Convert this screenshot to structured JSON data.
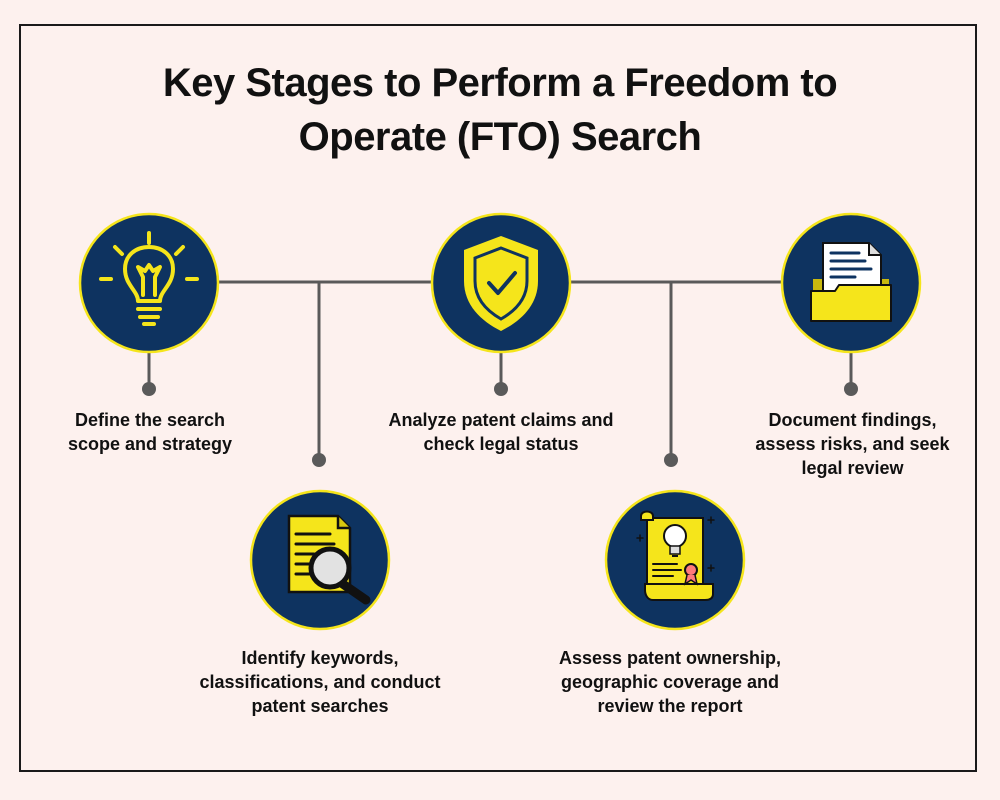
{
  "title": {
    "line1": "Key Stages to Perform a Freedom to",
    "line2": "Operate (FTO) Search"
  },
  "colors": {
    "background": "#fdf1ee",
    "circle_fill": "#0e3360",
    "circle_ring": "#f5e51b",
    "icon_yellow": "#f5e51b",
    "connector": "#5a5a5a"
  },
  "stages": [
    {
      "icon": "lightbulb-icon",
      "lines": [
        "Define the search",
        "scope and strategy"
      ]
    },
    {
      "icon": "document-search-icon",
      "lines": [
        "Identify keywords,",
        "classifications, and conduct",
        "patent searches"
      ]
    },
    {
      "icon": "shield-check-icon",
      "lines": [
        "Analyze patent claims and",
        "check legal status"
      ]
    },
    {
      "icon": "patent-scroll-icon",
      "lines": [
        "Assess patent ownership,",
        "geographic coverage and",
        "review the report"
      ]
    },
    {
      "icon": "folder-documents-icon",
      "lines": [
        "Document findings,",
        "assess risks, and seek",
        "legal review"
      ]
    }
  ]
}
